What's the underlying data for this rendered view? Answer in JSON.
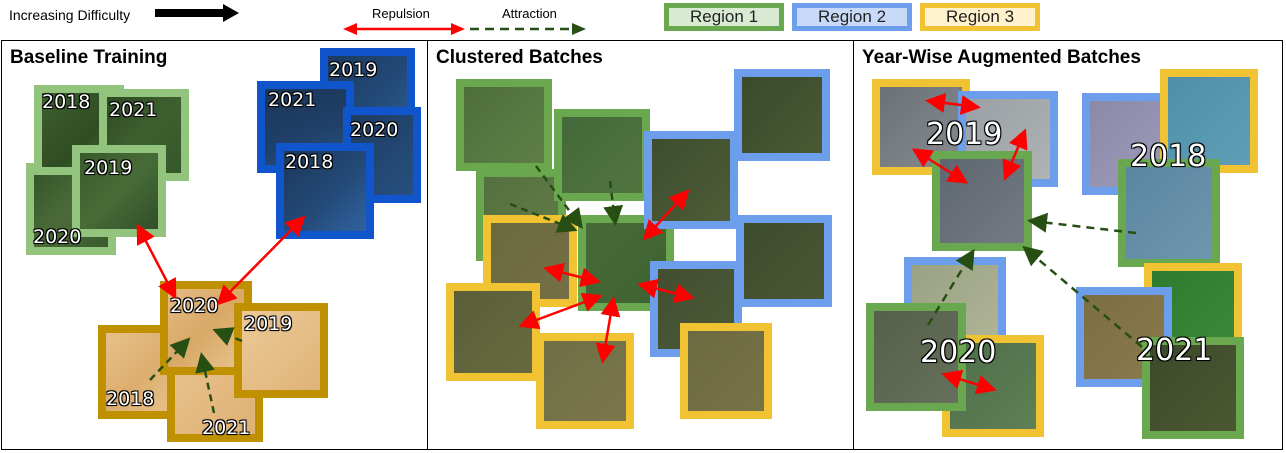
{
  "legend": {
    "difficulty_label": "Increasing Difficulty",
    "repulsion_label": "Repulsion",
    "attraction_label": "Attraction",
    "regions": [
      {
        "label": "Region 1",
        "border": "#6aa84f",
        "fill": "#d9ead3"
      },
      {
        "label": "Region 2",
        "border": "#6d9eeb",
        "fill": "#c9daf8"
      },
      {
        "label": "Region 3",
        "border": "#f1c232",
        "fill": "#fff2cc"
      }
    ],
    "repulsion_color": "#ff0000",
    "attraction_color": "#274e13"
  },
  "panels": {
    "baseline": {
      "title": "Baseline Training",
      "green_years": [
        "2018",
        "2021",
        "2019",
        "2020"
      ],
      "blue_years": [
        "2019",
        "2021",
        "2020",
        "2018"
      ],
      "gold_years": [
        "2020",
        "2019",
        "2018",
        "2021"
      ]
    },
    "clustered": {
      "title": "Clustered Batches"
    },
    "yearwise": {
      "title": "Year-Wise Augmented Batches",
      "years": [
        "2019",
        "2018",
        "2020",
        "2021"
      ]
    }
  },
  "colors": {
    "baseline_green_border": "#93c47d",
    "baseline_blue_border": "#1155cc",
    "baseline_gold_border": "#bf9000",
    "forest": "#3b5e2b",
    "ocean": "#1f3f66",
    "desert": "#e6b97a"
  }
}
